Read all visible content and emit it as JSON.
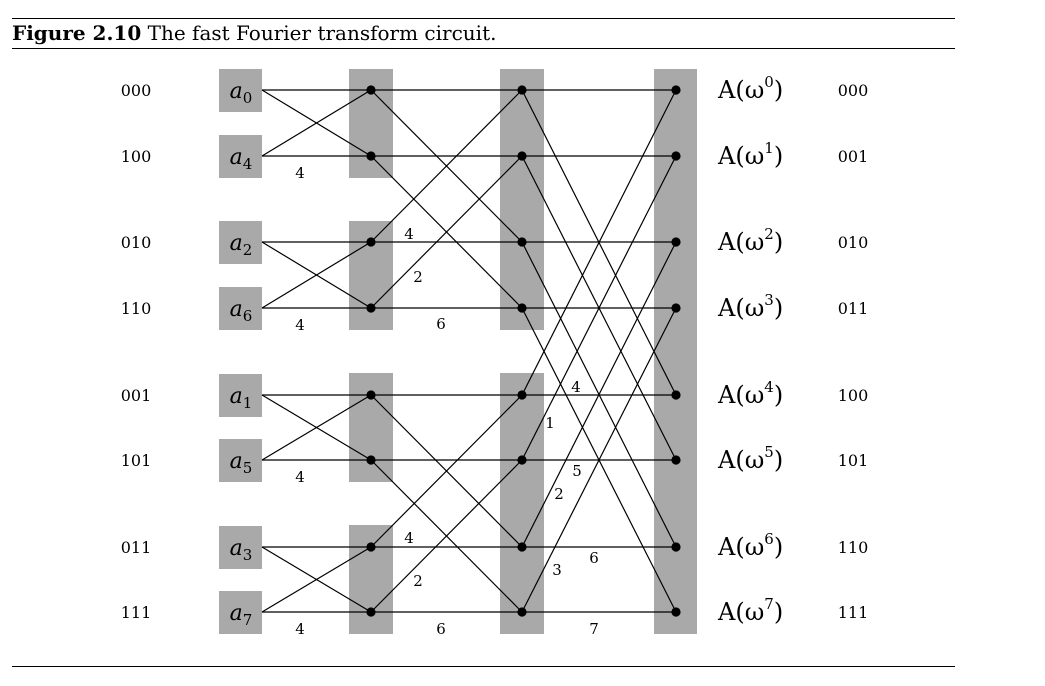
{
  "figure": {
    "label": "Figure 2.10",
    "caption": "The fast Fourier transform circuit."
  },
  "inputs": [
    {
      "code": "000",
      "name": "a",
      "sub": "0"
    },
    {
      "code": "100",
      "name": "a",
      "sub": "4"
    },
    {
      "code": "010",
      "name": "a",
      "sub": "2"
    },
    {
      "code": "110",
      "name": "a",
      "sub": "6"
    },
    {
      "code": "001",
      "name": "a",
      "sub": "1"
    },
    {
      "code": "101",
      "name": "a",
      "sub": "5"
    },
    {
      "code": "011",
      "name": "a",
      "sub": "3"
    },
    {
      "code": "111",
      "name": "a",
      "sub": "7"
    }
  ],
  "outputs": [
    {
      "label": "A(ω",
      "exp": "0",
      "close": ")",
      "code": "000"
    },
    {
      "label": "A(ω",
      "exp": "1",
      "close": ")",
      "code": "001"
    },
    {
      "label": "A(ω",
      "exp": "2",
      "close": ")",
      "code": "010"
    },
    {
      "label": "A(ω",
      "exp": "3",
      "close": ")",
      "code": "011"
    },
    {
      "label": "A(ω",
      "exp": "4",
      "close": ")",
      "code": "100"
    },
    {
      "label": "A(ω",
      "exp": "5",
      "close": ")",
      "code": "101"
    },
    {
      "label": "A(ω",
      "exp": "6",
      "close": ")",
      "code": "110"
    },
    {
      "label": "A(ω",
      "exp": "7",
      "close": ")",
      "code": "111"
    }
  ],
  "edge_weights": {
    "stage1": [
      "4",
      "4",
      "4",
      "4"
    ],
    "stage2": [
      "4",
      "2",
      "6",
      "4",
      "2",
      "6"
    ],
    "stage3": [
      "4",
      "1",
      "5",
      "2",
      "6",
      "3",
      "7"
    ]
  },
  "colors": {
    "box": "#a9a9a9",
    "line": "#000000"
  }
}
